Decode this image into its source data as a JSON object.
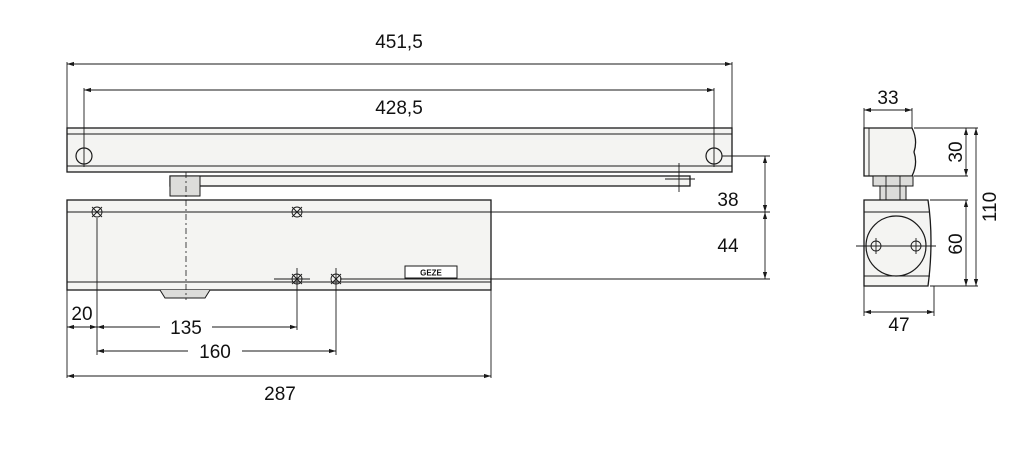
{
  "dimensions": {
    "overall_rail_length": "451,5",
    "rail_hole_spacing": "428,5",
    "rail_height_offset": "38",
    "body_hole_offset": "44",
    "edge_offset": "20",
    "hole_distance_1": "135",
    "hole_distance_2": "160",
    "body_length": "287",
    "side_width_top": "33",
    "side_height_top": "30",
    "side_height_body": "60",
    "side_total_height": "110",
    "side_width_bottom": "47"
  },
  "label_plate": "GEZE"
}
